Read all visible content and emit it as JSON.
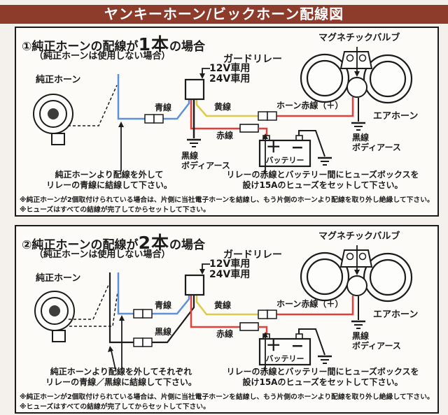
{
  "header": {
    "title": "ヤンキーホーン/ビックホーン配線図",
    "bg_color": "#8d3b2b"
  },
  "colors": {
    "blue_wire": "#5e92d6",
    "yellow_wire": "#ddc94a",
    "red_wire": "#e2403b",
    "line": "#1c1c1c"
  },
  "labels": {
    "stock_horn": "純正ホーン",
    "guard_relay": "ガードリレー",
    "for_12v": "12V車用",
    "for_24v": "24V車用",
    "blue_wire": "青線",
    "yellow_wire": "黄線",
    "red_wire": "赤線",
    "black_wire": "黒線",
    "body_earth": "ボディアース",
    "magnetic_valve": "マグネチックバルブ",
    "air_horn": "エアホーン",
    "horn_red_plus": "ホーン赤線（＋）",
    "battery": "バッテリー",
    "battery_plus": "＋",
    "battery_minus": "−"
  },
  "panel1": {
    "number": "①",
    "title_pre": "純正ホーンの配線が",
    "title_count": "1本",
    "title_post": "の場合",
    "subtitle": "（純正ホーンは使用しない場合）",
    "caption_left": [
      "純正ホーンより配線を外して",
      "リレーの青線に結線して下さい。"
    ],
    "caption_right": [
      "リレーの赤線とバッテリー間にヒューズボックスを",
      "設け15Aのヒューズをセットして下さい。"
    ],
    "notes": [
      "※純正ホーンが2個取付けられている場合は、片側に当社電子ホーンを結線し、もう片側のホーンより配線を取り外し絶縁して下さい。",
      "※ヒューズはすべての結線が完了してからセットして下さい。"
    ]
  },
  "panel2": {
    "number": "②",
    "title_pre": "純正ホーンの配線が",
    "title_count": "2本",
    "title_post": "の場合",
    "subtitle": "（純正ホーンは使用しない場合）",
    "caption_left": [
      "純正ホーンより配線を外してそれぞれ",
      "リレーの青線／黒線に結線して下さい。"
    ],
    "caption_right": [
      "リレーの赤線とバッテリー間にヒューズボックスを",
      "設け15Aのヒューズをセットして下さい。"
    ],
    "notes": [
      "※純正ホーンが2個取付けられている場合は、片側に当社電子ホーンを結線し、もう片側のホーンより配線を取り外し絶縁して下さい。",
      "※ヒューズはすべての結線が完了してからセットして下さい。"
    ]
  }
}
